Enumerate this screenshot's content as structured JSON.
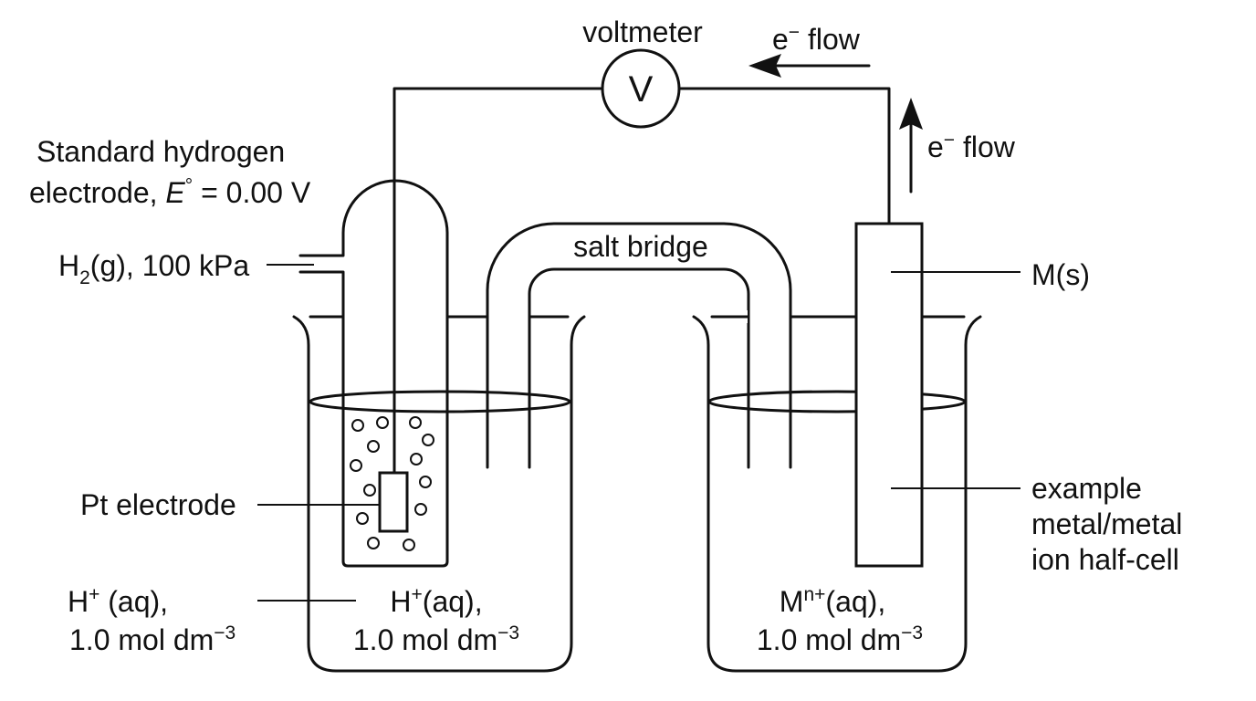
{
  "labels": {
    "voltmeter": "voltmeter",
    "voltmeter_symbol": "V",
    "e_flow_top": {
      "base": "e",
      "sup": "−",
      "rest": " flow"
    },
    "e_flow_right": {
      "base": "e",
      "sup": "−",
      "rest": " flow"
    },
    "she_line1": "Standard hydrogen",
    "she_line2": {
      "pre": "electrode, ",
      "italic": "E",
      "sup": "°",
      "post": " = 0.00 V"
    },
    "h2_gas": {
      "pre": "H",
      "sub": "2",
      "post": "(g), 100 kPa"
    },
    "salt_bridge": "salt bridge",
    "metal_solid": "M(s)",
    "pt_electrode": "Pt electrode",
    "example_line1": "example",
    "example_line2": "metal/metal",
    "example_line3": "ion half-cell",
    "h_left_line1": {
      "pre": "H",
      "sup": "+",
      "post": " (aq),"
    },
    "h_left_line2": {
      "pre": "1.0 mol dm",
      "sup": "−3"
    },
    "h_beaker_line1": {
      "pre": "H",
      "sup": "+",
      "post": "(aq),"
    },
    "h_beaker_line2": {
      "pre": "1.0 mol dm",
      "sup": "−3"
    },
    "m_beaker_line1": {
      "pre": "M",
      "sup": "n+",
      "post": "(aq),"
    },
    "m_beaker_line2": {
      "pre": "1.0 mol dm",
      "sup": "−3"
    }
  }
}
